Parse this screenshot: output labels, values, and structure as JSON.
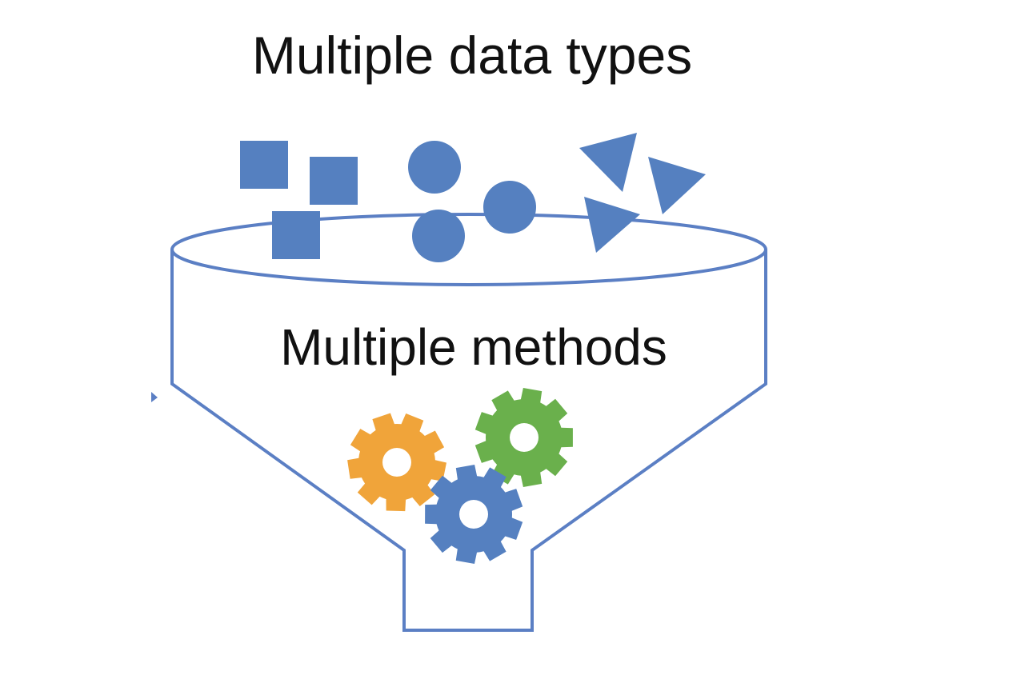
{
  "title": "Multiple data types",
  "funnel_label": "Multiple methods",
  "colors": {
    "shape_blue": "#5580c0",
    "outline_blue": "#5b7fc4",
    "gear_orange": "#f0a43a",
    "gear_green": "#6ab04c",
    "gear_blue": "#5580c0"
  },
  "icons": {
    "data_shapes": [
      "square",
      "square",
      "square",
      "circle",
      "circle",
      "circle",
      "triangle",
      "triangle",
      "triangle"
    ],
    "gears": [
      "orange-gear-icon",
      "green-gear-icon",
      "blue-gear-icon"
    ]
  }
}
